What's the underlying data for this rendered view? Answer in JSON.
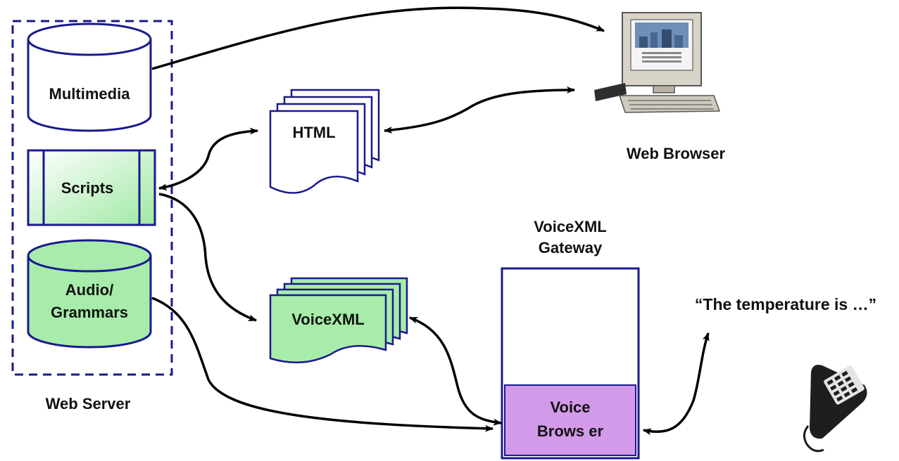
{
  "web_server": {
    "label": "Web Server",
    "items": {
      "multimedia": "Multimedia",
      "scripts": "Scripts",
      "audio_line1": "Audio/",
      "audio_line2": "Grammars"
    }
  },
  "documents": {
    "html": "HTML",
    "voicexml": "VoiceXML"
  },
  "web_browser": {
    "label": "Web Browser"
  },
  "gateway": {
    "title_line1": "VoiceXML",
    "title_line2": "Gateway",
    "voice_line1": "Voice",
    "voice_line2": "Brows er"
  },
  "speech": {
    "text": "“The temperature is …”"
  },
  "colors": {
    "outline": "#1a1a8c",
    "green_fill": "#c8f5c8",
    "purple_fill": "#d39ae9",
    "arrow": "#000000"
  },
  "icons": [
    "computer-monitor-icon",
    "telephone-icon"
  ]
}
